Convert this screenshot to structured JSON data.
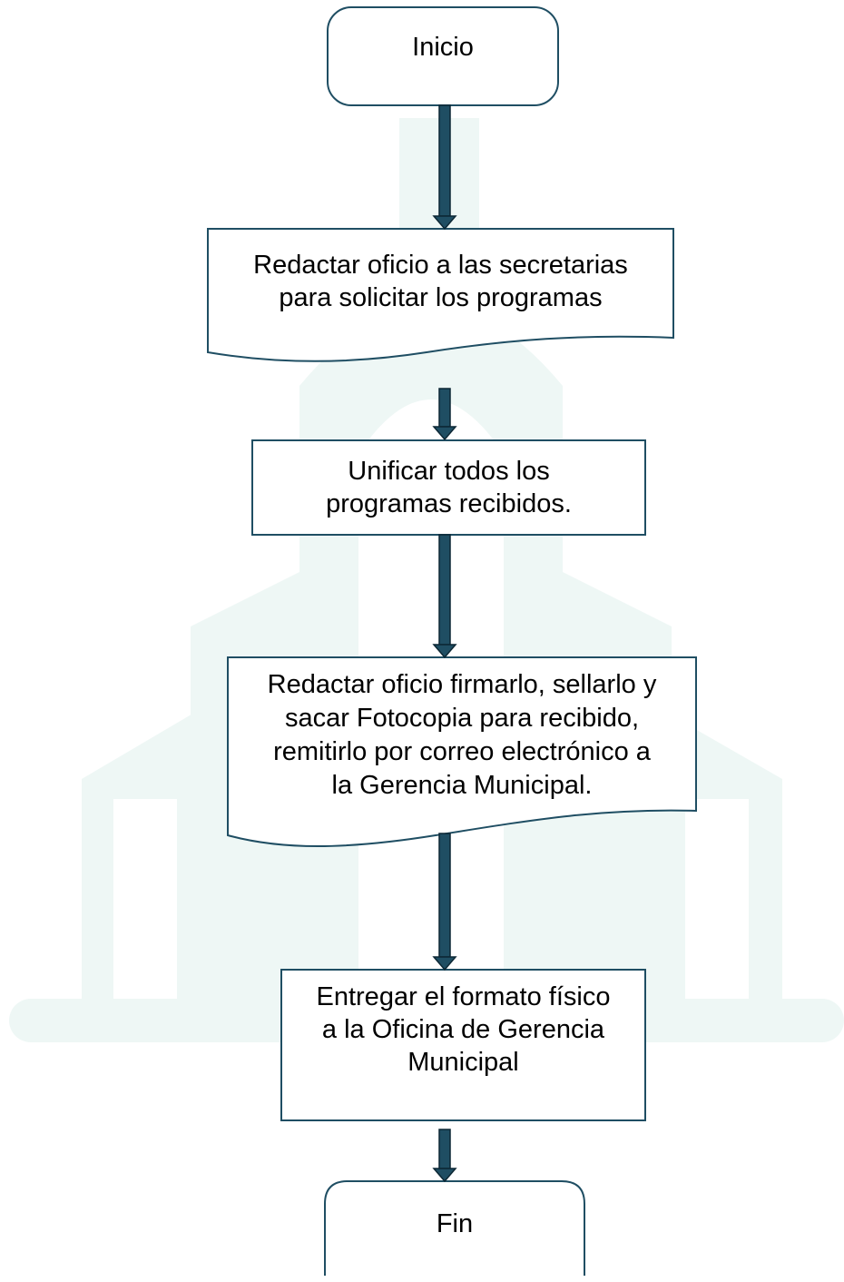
{
  "colors": {
    "arrow": "#1f4e63",
    "arrow_outline": "#0c2734",
    "box_border": "#1f4e63",
    "watermark": "#eef7f5",
    "text": "#000000"
  },
  "nodes": {
    "start": {
      "label": "Inicio",
      "shape": "rounded-rectangle"
    },
    "step1": {
      "label": "Redactar oficio a las secretarias\npara solicitar los programas",
      "shape": "document"
    },
    "step2": {
      "label": "Unificar todos los\nprogramas recibidos.",
      "shape": "process"
    },
    "step3": {
      "label": "Redactar oficio firmarlo, sellarlo y\nsacar Fotocopia para recibido,\nremitirlo por correo electrónico a\nla Gerencia Municipal.",
      "shape": "document"
    },
    "step4": {
      "label": "Entregar el formato físico\na la Oficina de Gerencia\nMunicipal",
      "shape": "process"
    },
    "end": {
      "label": "Fin",
      "shape": "rounded-rectangle"
    }
  },
  "edges": [
    {
      "from": "start",
      "to": "step1"
    },
    {
      "from": "step1",
      "to": "step2"
    },
    {
      "from": "step2",
      "to": "step3"
    },
    {
      "from": "step3",
      "to": "step4"
    },
    {
      "from": "step4",
      "to": "end"
    }
  ],
  "watermark": {
    "icon": "building-watermark-icon"
  }
}
